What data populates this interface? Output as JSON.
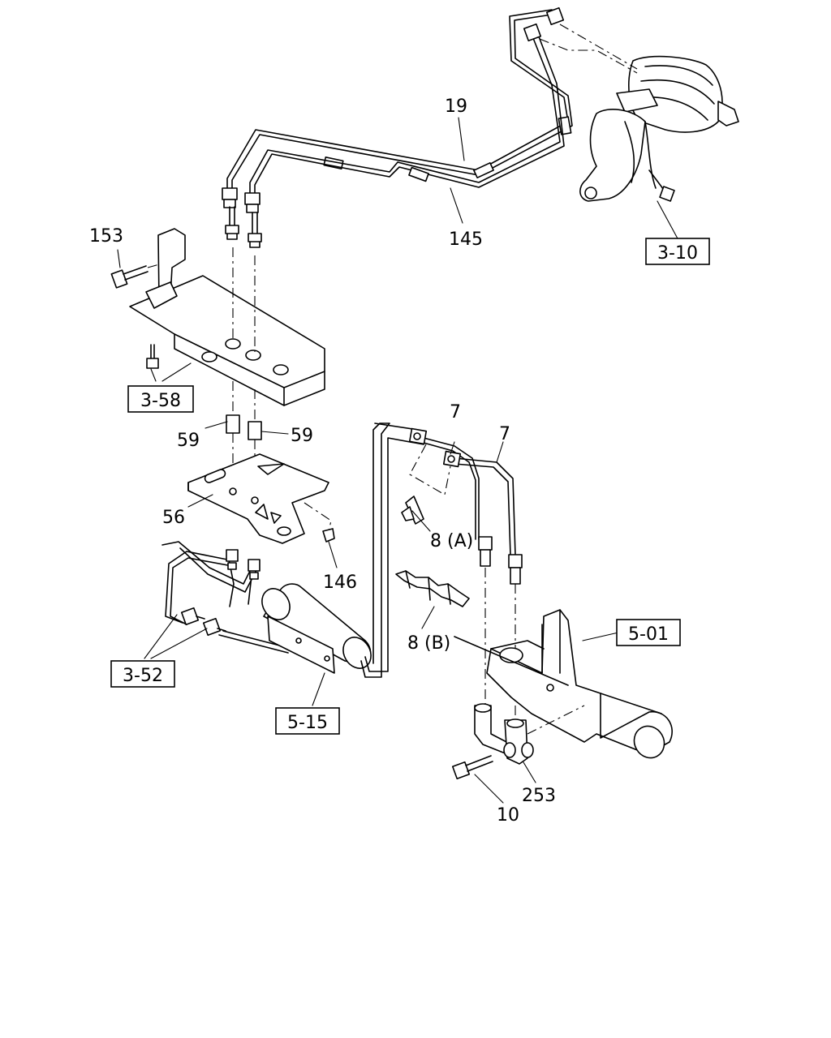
{
  "part_callouts": {
    "p19": "19",
    "p145": "145",
    "p153": "153",
    "p59a": "59",
    "p59b": "59",
    "p56": "56",
    "p146": "146",
    "p7a": "7",
    "p7b": "7",
    "p8a": "8 (A)",
    "p8b": "8 (B)",
    "p10": "10",
    "p253": "253"
  },
  "reference_boxes": {
    "r310": "3-10",
    "r358": "3-58",
    "r352": "3-52",
    "r515": "5-15",
    "r501": "5-01"
  }
}
